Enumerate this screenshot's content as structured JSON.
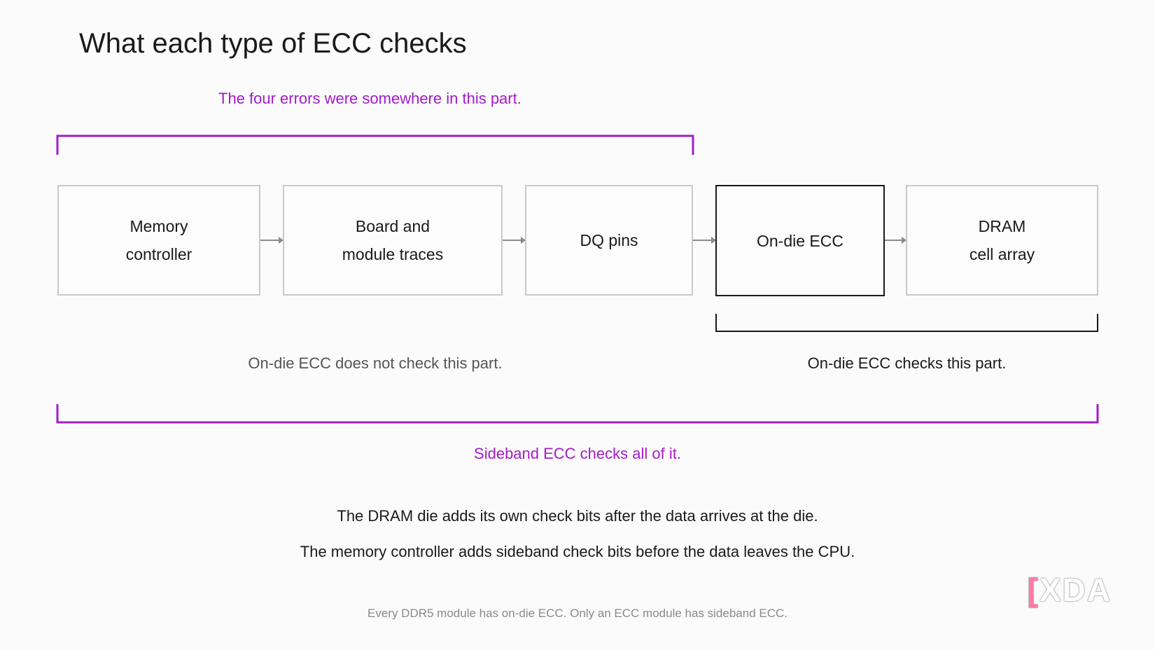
{
  "title": "What each type of ECC checks",
  "top_note": "The four errors were somewhere in this part.",
  "boxes": [
    {
      "line1": "Memory",
      "line2": "controller"
    },
    {
      "line1": "Board and",
      "line2": "module traces"
    },
    {
      "line1": "DQ pins",
      "line2": ""
    },
    {
      "line1": "On-die ECC",
      "line2": ""
    },
    {
      "line1": "DRAM",
      "line2": "cell array"
    }
  ],
  "left_note": "On-die ECC does not check this part.",
  "right_note": "On-die ECC checks this part.",
  "sideband_note": "Sideband ECC checks all of it.",
  "explain": [
    "The DRAM die adds its own check bits after the data arrives at the die.",
    "The memory controller adds sideband check bits before the data leaves the CPU."
  ],
  "footnote": "Every DDR5 module has on-die ECC. Only an ECC module has sideband ECC.",
  "logo": "XDA",
  "colors": {
    "accent": "#a21cc8",
    "box_border": "#c9c9c9",
    "active_border": "#1a1a1a"
  }
}
